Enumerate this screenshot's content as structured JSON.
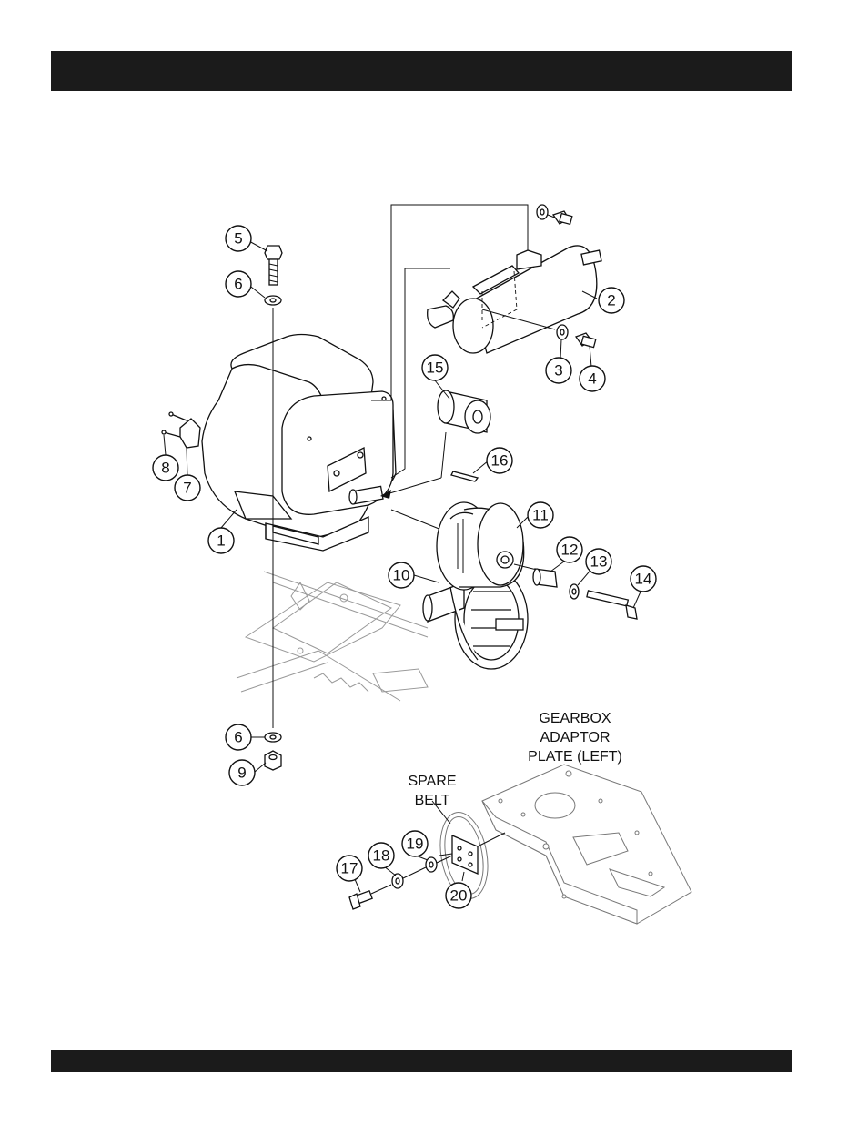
{
  "callouts": [
    {
      "id": "callout-1",
      "label": "1"
    },
    {
      "id": "callout-2",
      "label": "2"
    },
    {
      "id": "callout-3",
      "label": "3"
    },
    {
      "id": "callout-4",
      "label": "4"
    },
    {
      "id": "callout-5",
      "label": "5"
    },
    {
      "id": "callout-6-top",
      "label": "6"
    },
    {
      "id": "callout-6-bottom",
      "label": "6"
    },
    {
      "id": "callout-7",
      "label": "7"
    },
    {
      "id": "callout-8",
      "label": "8"
    },
    {
      "id": "callout-9",
      "label": "9"
    },
    {
      "id": "callout-10",
      "label": "10"
    },
    {
      "id": "callout-11",
      "label": "11"
    },
    {
      "id": "callout-12",
      "label": "12"
    },
    {
      "id": "callout-13",
      "label": "13"
    },
    {
      "id": "callout-14",
      "label": "14"
    },
    {
      "id": "callout-15",
      "label": "15"
    },
    {
      "id": "callout-16",
      "label": "16"
    },
    {
      "id": "callout-17",
      "label": "17"
    },
    {
      "id": "callout-18",
      "label": "18"
    },
    {
      "id": "callout-19",
      "label": "19"
    },
    {
      "id": "callout-20",
      "label": "20"
    }
  ],
  "labels": {
    "spare_belt": [
      "SPARE",
      "BELT"
    ],
    "gearbox_plate": [
      "GEARBOX",
      "ADAPTOR",
      "PLATE (LEFT)"
    ]
  }
}
